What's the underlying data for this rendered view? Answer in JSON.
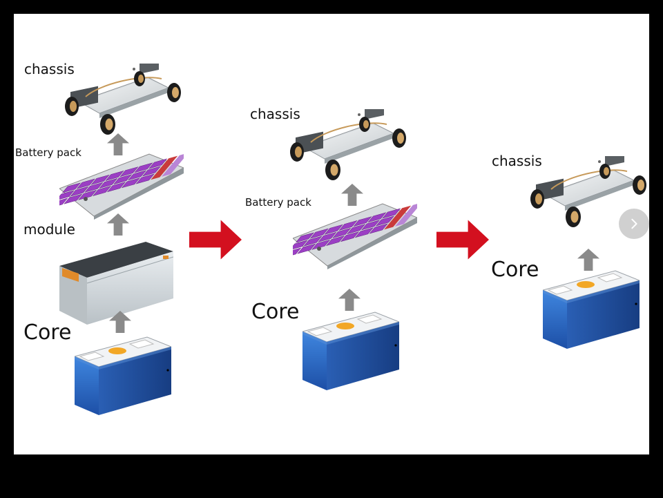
{
  "stages": [
    {
      "labels": {
        "chassis": "chassis",
        "pack": "Battery pack",
        "module": "module",
        "core": "Core"
      }
    },
    {
      "labels": {
        "chassis": "chassis",
        "pack": "Battery pack",
        "core": "Core"
      }
    },
    {
      "labels": {
        "chassis": "chassis",
        "core": "Core"
      }
    }
  ],
  "icons": {
    "next": "chevron-right-icon"
  },
  "colors": {
    "arrow_red": "#d3101f",
    "arrow_gray": "#8a8a8a",
    "cell_blue": "#2f6fc7",
    "module_purple": "#9b3fc4"
  }
}
